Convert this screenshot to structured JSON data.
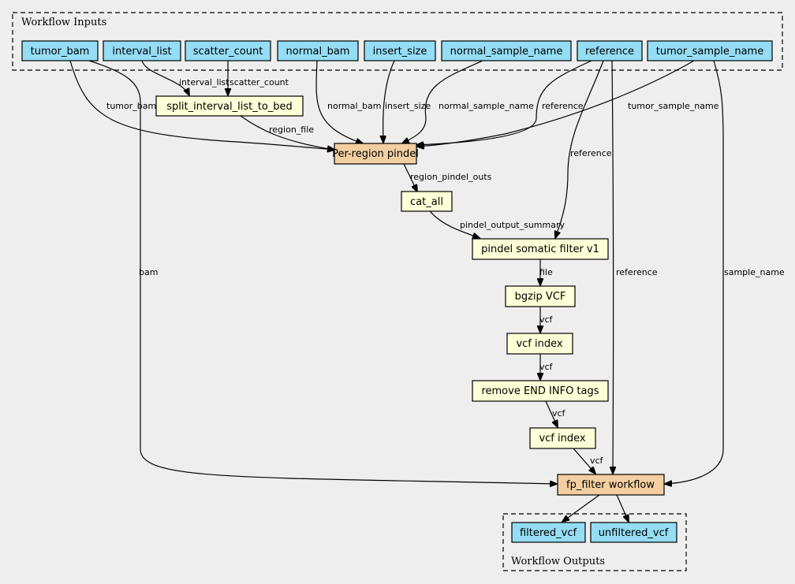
{
  "clusters": {
    "inputs_title": "Workflow Inputs",
    "outputs_title": "Workflow Outputs"
  },
  "colors": {
    "io": "#94ddf4",
    "step": "#ffffd8",
    "subworkflow": "#f3cea1",
    "background": "#eeeeee"
  },
  "nodes": {
    "tumor_bam": "tumor_bam",
    "interval_list": "interval_list",
    "scatter_count": "scatter_count",
    "normal_bam": "normal_bam",
    "insert_size": "insert_size",
    "normal_sample_name": "normal_sample_name",
    "reference": "reference",
    "tumor_sample_name": "tumor_sample_name",
    "split_interval": "split_interval_list_to_bed",
    "per_region_pindel": "Per-region pindel",
    "cat_all": "cat_all",
    "somatic_filter": "pindel somatic filter v1",
    "bgzip": "bgzip VCF",
    "vcf_index_1": "vcf index",
    "remove_end": "remove END INFO tags",
    "vcf_index_2": "vcf index",
    "fp_filter": "fp_filter workflow",
    "filtered_vcf": "filtered_vcf",
    "unfiltered_vcf": "unfiltered_vcf"
  },
  "edge_labels": {
    "interval_list": "interval_list",
    "scatter_count": "scatter_count",
    "tumor_bam": "tumor_bam",
    "region_file": "region_file",
    "normal_bam": "normal_bam",
    "insert_size": "insert_size",
    "normal_sample_name": "normal_sample_name",
    "reference_pindel": "reference",
    "tumor_sample_name": "tumor_sample_name",
    "reference_filter": "reference",
    "region_pindel_outs": "region_pindel_outs",
    "pindel_output_summary": "pindel_output_summary",
    "bam": "bam",
    "file": "file",
    "reference_fp": "reference",
    "sample_name": "sample_name",
    "vcf_1": "vcf",
    "vcf_2": "vcf",
    "vcf_3": "vcf",
    "vcf_4": "vcf"
  }
}
